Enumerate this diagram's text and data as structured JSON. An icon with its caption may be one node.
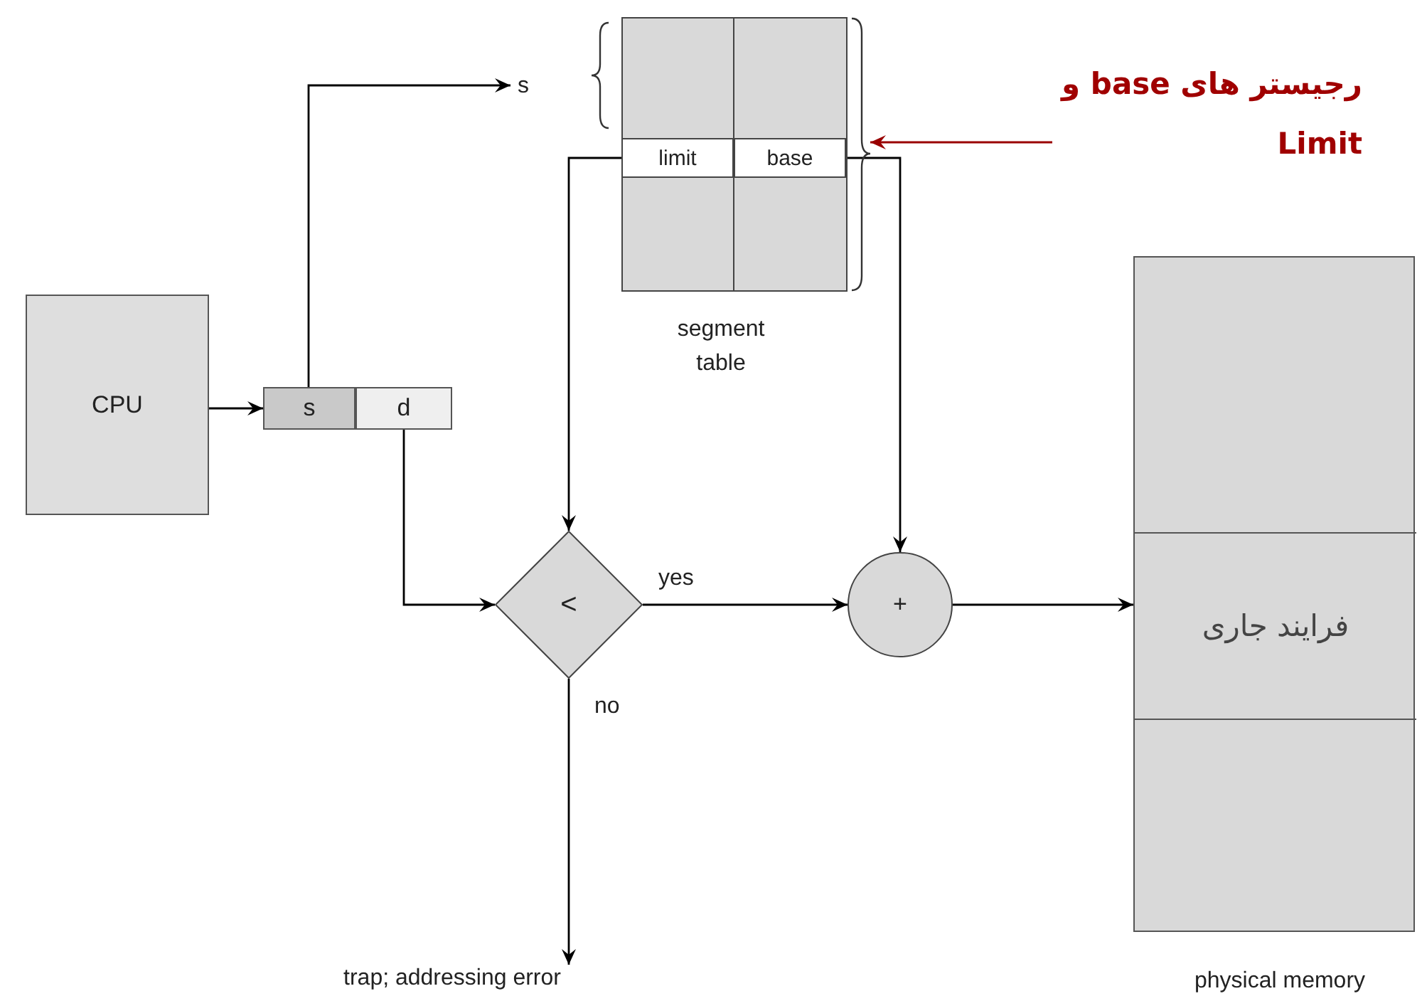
{
  "diagram": {
    "nodes": [
      {
        "text": [
          "s"
        ]
      },
      {
        "text": [],
        "shape": "box",
        "beside": [
          "segment table"
        ]
      },
      {
        "text": [
          "limit"
        ],
        "in": 1
      },
      {
        "text": [
          "base"
        ],
        "in": 1
      },
      {
        "text": [
          "رجیستر های base و Limit"
        ]
      },
      {
        "text": [
          "CPU"
        ]
      },
      {
        "text": [
          "s"
        ]
      },
      {
        "text": [
          "d"
        ]
      },
      {
        "text": [],
        "shape": "box",
        "beside": [
          "physical memory"
        ]
      },
      {
        "text": [
          "فرایند جاری"
        ],
        "in": 8
      },
      {
        "text": [
          "<"
        ]
      },
      {
        "text": [
          "+"
        ]
      },
      {
        "text": [
          "trap; addressing error"
        ]
      }
    ],
    "edges": [
      {
        "from": 5,
        "to": 6,
        "arrow": "to"
      },
      {
        "from": 6,
        "to": 0,
        "arrow": "to"
      },
      {
        "from": 7,
        "to": 10,
        "arrow": "to"
      },
      {
        "from": 2,
        "to": 10,
        "arrow": "to"
      },
      {
        "from": 3,
        "to": 11,
        "arrow": "to"
      },
      {
        "from": 10,
        "to": 11,
        "arrow": "to",
        "label": "yes"
      },
      {
        "from": 10,
        "to": 12,
        "arrow": "to",
        "label": "no"
      },
      {
        "from": 11,
        "to": 9,
        "arrow": "to"
      },
      {
        "from": 4,
        "to": 1,
        "arrow": "to",
        "color": "#990000"
      }
    ]
  }
}
